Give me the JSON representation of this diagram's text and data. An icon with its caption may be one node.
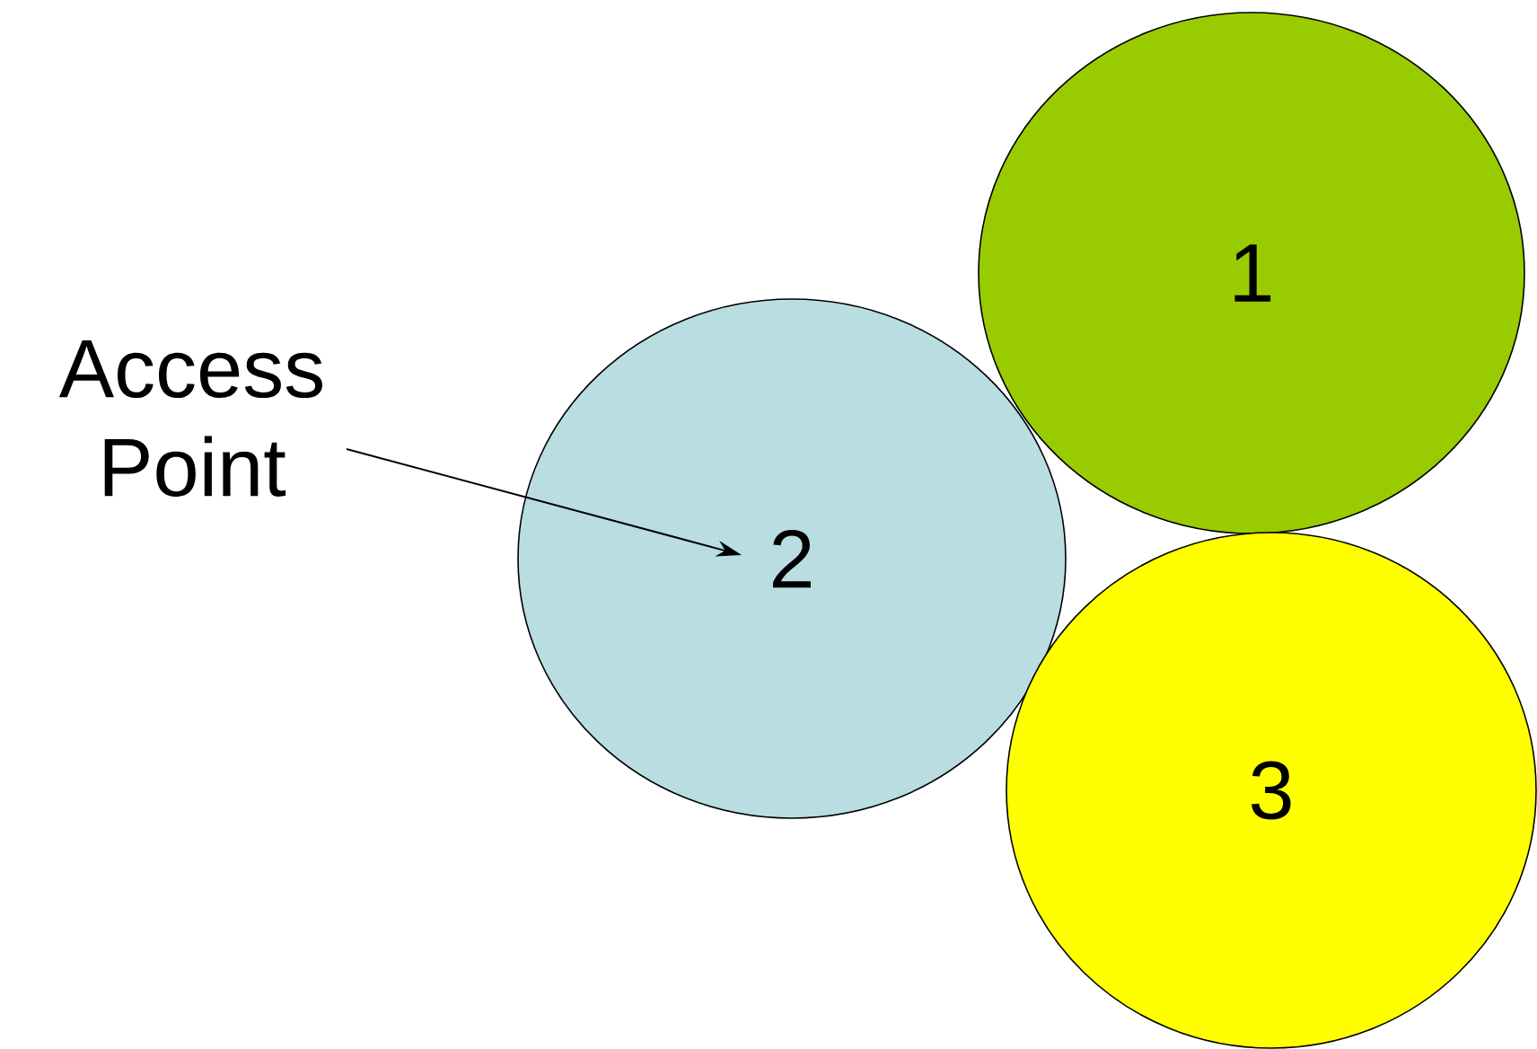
{
  "diagram": {
    "nodes": [
      {
        "text": [
          "1"
        ]
      },
      {
        "text": [
          "Access Point"
        ]
      },
      {
        "text": [
          "2"
        ]
      },
      {
        "text": [
          "3"
        ]
      }
    ],
    "edges": [
      {
        "from": 1,
        "to": 2,
        "arrow": "to"
      }
    ]
  }
}
